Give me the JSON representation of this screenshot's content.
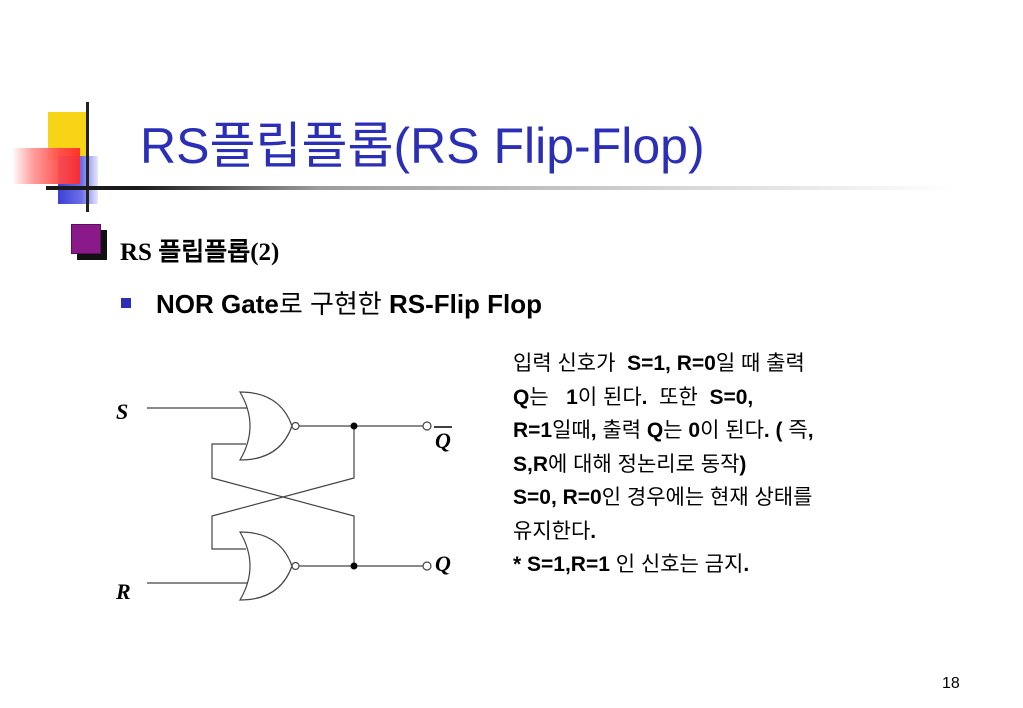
{
  "slide": {
    "title": "RS플립플롭(RS Flip-Flop)",
    "heading": "RS 플립플롭(2)",
    "subheading": {
      "prefix": "NOR Gate",
      "middle": "로 구현한 ",
      "suffix": "RS-Flip Flop"
    },
    "circuit": {
      "input_s": "S",
      "input_r": "R",
      "output_top": "Q",
      "output_bottom": "Q"
    },
    "description": [
      [
        {
          "t": "입력 신호가  ",
          "b": false
        },
        {
          "t": "S=1, R=0",
          "b": true
        },
        {
          "t": "일 때 출력",
          "b": false
        }
      ],
      [
        {
          "t": "Q",
          "b": true
        },
        {
          "t": "는   ",
          "b": false
        },
        {
          "t": "1",
          "b": true
        },
        {
          "t": "이 된다",
          "b": false
        },
        {
          "t": ".",
          "b": true
        },
        {
          "t": "  또한  ",
          "b": false
        },
        {
          "t": "S=0,",
          "b": true
        }
      ],
      [
        {
          "t": "R=1",
          "b": true
        },
        {
          "t": "일때",
          "b": false
        },
        {
          "t": ",",
          "b": true
        },
        {
          "t": " 출력 ",
          "b": false
        },
        {
          "t": "Q",
          "b": true
        },
        {
          "t": "는 ",
          "b": false
        },
        {
          "t": "0",
          "b": true
        },
        {
          "t": "이 된다",
          "b": false
        },
        {
          "t": ". (",
          "b": true
        },
        {
          "t": " 즉",
          "b": false
        },
        {
          "t": ",",
          "b": true
        }
      ],
      [
        {
          "t": "S,R",
          "b": true
        },
        {
          "t": "에 대해 정논리로 동작",
          "b": false
        },
        {
          "t": ")",
          "b": true
        }
      ],
      [
        {
          "t": "S=0, R=0",
          "b": true
        },
        {
          "t": "인 경우에는 현재 상태를",
          "b": false
        }
      ],
      [
        {
          "t": "유지한다",
          "b": false
        },
        {
          "t": ".",
          "b": true
        }
      ],
      [
        {
          "t": "* S=1,R=1 ",
          "b": true
        },
        {
          "t": "인 신호는 금지",
          "b": false
        },
        {
          "t": ".",
          "b": true
        }
      ]
    ],
    "page_number": "18",
    "colors": {
      "title": "#2b2fb5",
      "bullet_square": "#8a1a8a",
      "bullet_small": "#2b2fb5",
      "deco_yellow": "#f7d416",
      "deco_blue": "#3b3fd6",
      "deco_red": "#ff4b4b"
    }
  }
}
